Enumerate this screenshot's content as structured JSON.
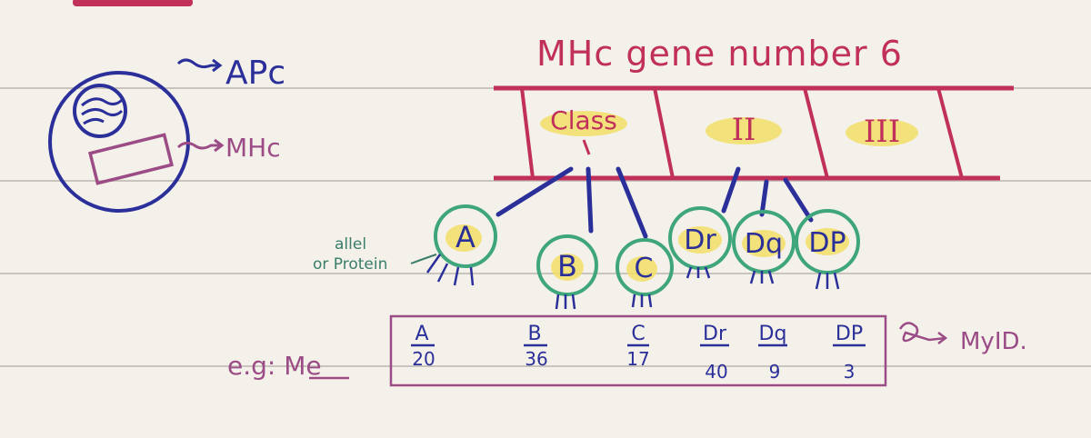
{
  "title": "MHc gene number 6",
  "cell": {
    "apc_label": "APc",
    "mhc_label": "MHc"
  },
  "gene_map": {
    "classes": [
      "Class",
      "II",
      "III"
    ]
  },
  "alleles": [
    "A",
    "B",
    "C",
    "Dr",
    "Dq",
    "DP"
  ],
  "allele_note": {
    "line1": "allel",
    "line2": "or Protein"
  },
  "example": {
    "label": "e.g: Me",
    "side_note": "MyID.",
    "columns": [
      {
        "gene": "A",
        "value": "20"
      },
      {
        "gene": "B",
        "value": "36"
      },
      {
        "gene": "C",
        "value": "17"
      },
      {
        "gene": "Dr",
        "value": "40"
      },
      {
        "gene": "Dq",
        "value": "9"
      },
      {
        "gene": "DP",
        "value": "3"
      }
    ]
  },
  "colors": {
    "pink": "#c0305a",
    "blue": "#2b2f9a",
    "green": "#3fa57c",
    "purple": "#9b4c86",
    "highlight": "#f2df68",
    "paper": "#f4f1ea"
  }
}
